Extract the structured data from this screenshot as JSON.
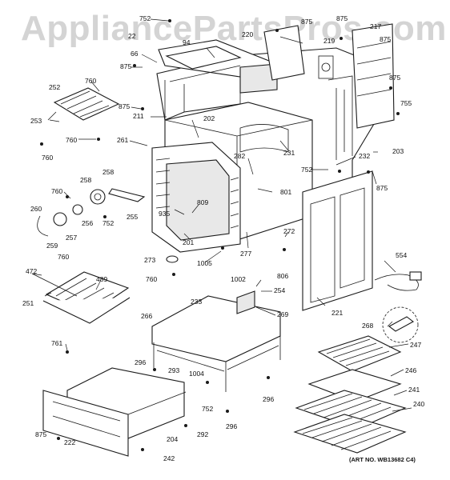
{
  "watermark": "AppliancePartsPros.com",
  "art_number": "(ART NO. WB13682 C4)",
  "callouts": [
    {
      "id": "c752a",
      "text": "752"
    },
    {
      "id": "c22",
      "text": "22"
    },
    {
      "id": "c94",
      "text": "94"
    },
    {
      "id": "c220",
      "text": "220"
    },
    {
      "id": "c875a",
      "text": "875"
    },
    {
      "id": "c875b",
      "text": "875"
    },
    {
      "id": "c219",
      "text": "219"
    },
    {
      "id": "c217",
      "text": "217"
    },
    {
      "id": "c875c",
      "text": "875"
    },
    {
      "id": "c66",
      "text": "66"
    },
    {
      "id": "c875d",
      "text": "875"
    },
    {
      "id": "c252",
      "text": "252"
    },
    {
      "id": "c760a",
      "text": "760"
    },
    {
      "id": "c875e",
      "text": "875"
    },
    {
      "id": "c211",
      "text": "211"
    },
    {
      "id": "c875f",
      "text": "875"
    },
    {
      "id": "c755",
      "text": "755"
    },
    {
      "id": "c253",
      "text": "253"
    },
    {
      "id": "c760b",
      "text": "760"
    },
    {
      "id": "c760c",
      "text": "760"
    },
    {
      "id": "c202",
      "text": "202"
    },
    {
      "id": "c261",
      "text": "261"
    },
    {
      "id": "c231",
      "text": "231"
    },
    {
      "id": "c203",
      "text": "203"
    },
    {
      "id": "c232",
      "text": "232"
    },
    {
      "id": "c282",
      "text": "282"
    },
    {
      "id": "c752b",
      "text": "752"
    },
    {
      "id": "c875g",
      "text": "875"
    },
    {
      "id": "c258a",
      "text": "258"
    },
    {
      "id": "c258b",
      "text": "258"
    },
    {
      "id": "c760d",
      "text": "760"
    },
    {
      "id": "c801",
      "text": "801"
    },
    {
      "id": "c260",
      "text": "260"
    },
    {
      "id": "c256",
      "text": "256"
    },
    {
      "id": "c752c",
      "text": "752"
    },
    {
      "id": "c255",
      "text": "255"
    },
    {
      "id": "c809",
      "text": "809"
    },
    {
      "id": "c935",
      "text": "935"
    },
    {
      "id": "c259",
      "text": "259"
    },
    {
      "id": "c257",
      "text": "257"
    },
    {
      "id": "c201",
      "text": "201"
    },
    {
      "id": "c272",
      "text": "272"
    },
    {
      "id": "c277",
      "text": "277"
    },
    {
      "id": "c1005",
      "text": "1005"
    },
    {
      "id": "c273",
      "text": "273"
    },
    {
      "id": "c760e",
      "text": "760"
    },
    {
      "id": "c472",
      "text": "472"
    },
    {
      "id": "c489",
      "text": "489"
    },
    {
      "id": "c760f",
      "text": "760"
    },
    {
      "id": "c554",
      "text": "554"
    },
    {
      "id": "c1002",
      "text": "1002"
    },
    {
      "id": "c806",
      "text": "806"
    },
    {
      "id": "c254",
      "text": "254"
    },
    {
      "id": "c251",
      "text": "251"
    },
    {
      "id": "c233",
      "text": "233"
    },
    {
      "id": "c269",
      "text": "269"
    },
    {
      "id": "c221",
      "text": "221"
    },
    {
      "id": "c266",
      "text": "266"
    },
    {
      "id": "c268",
      "text": "268"
    },
    {
      "id": "c761",
      "text": "761"
    },
    {
      "id": "c247",
      "text": "247"
    },
    {
      "id": "c296a",
      "text": "296"
    },
    {
      "id": "c293",
      "text": "293"
    },
    {
      "id": "c1004",
      "text": "1004"
    },
    {
      "id": "c246",
      "text": "246"
    },
    {
      "id": "c241",
      "text": "241"
    },
    {
      "id": "c296b",
      "text": "296"
    },
    {
      "id": "c752d",
      "text": "752"
    },
    {
      "id": "c240",
      "text": "240"
    },
    {
      "id": "c296c",
      "text": "296"
    },
    {
      "id": "c875h",
      "text": "875"
    },
    {
      "id": "c222",
      "text": "222"
    },
    {
      "id": "c204",
      "text": "204"
    },
    {
      "id": "c292",
      "text": "292"
    },
    {
      "id": "c242",
      "text": "242"
    }
  ]
}
